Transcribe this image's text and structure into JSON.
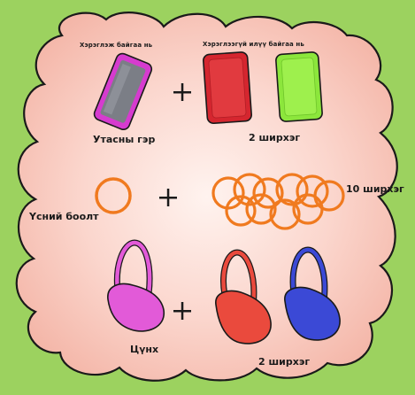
{
  "labels": {
    "used_header": "Хэрэглэж байгаа нь",
    "unused_header": "Хэрэглээгүй илүү байгаа нь",
    "phone_case": "Утасны гэр",
    "phone_count": "2 ширхэг",
    "hair_tie": "Үсний боолт",
    "hair_count": "10 ширхэг",
    "bag": "Цүнх",
    "bag_count": "2 ширхэг"
  },
  "colors": {
    "background": "#9cd25f",
    "cloud": "#f9c7bd",
    "phone_case_used": "#d63bcf",
    "phone_case_red": "#d5262f",
    "phone_case_green": "#8ce63c",
    "hair_tie": "#f07a1f",
    "bag_pink": "#e25ad8",
    "bag_red": "#ea4a3d",
    "bag_blue": "#3b49d6"
  },
  "icons": [
    "phone-case-icon",
    "plus-icon",
    "hair-tie-icon",
    "bag-icon"
  ]
}
